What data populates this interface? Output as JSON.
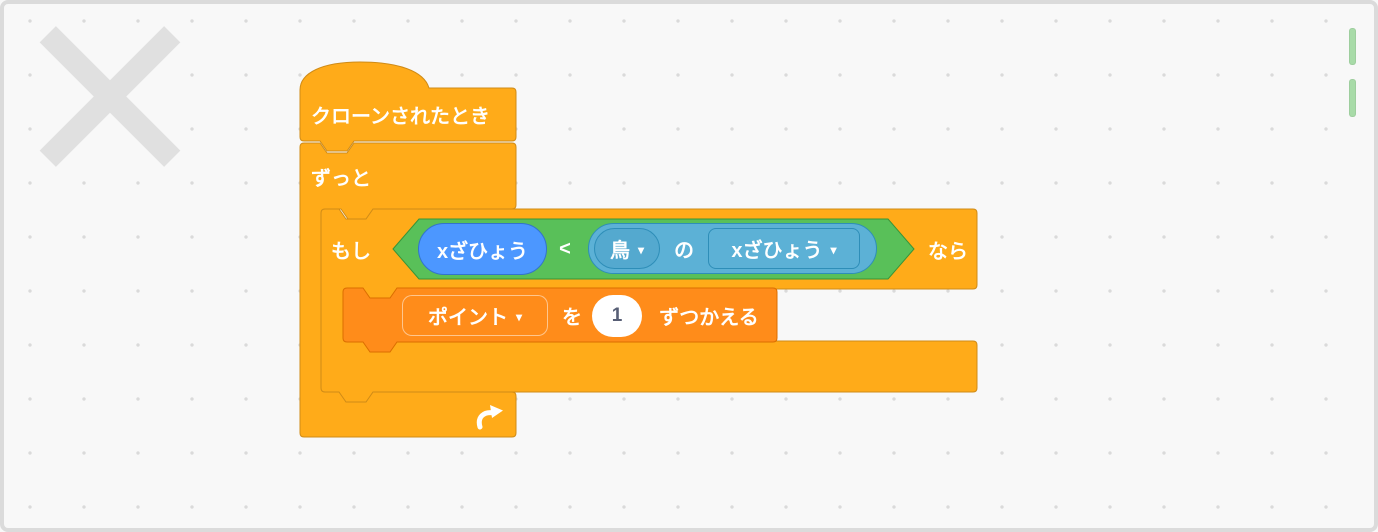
{
  "workspace": {
    "kind": "scratch-block-workspace",
    "deleted_marker": "large gray X",
    "offscreen_fragment_count": 2
  },
  "colors": {
    "control_fill": "#FFAB19",
    "control_stroke": "#CF8B17",
    "variables_fill": "#FF8C1A",
    "variables_stroke": "#DB6E00",
    "motion_fill": "#4C97FF",
    "motion_stroke": "#3373CC",
    "sensing_fill": "#5CB1D6",
    "sensing_fill_dark": "#54A9CF",
    "sensing_stroke": "#2E8EB8",
    "operator_fill": "#59C059",
    "operator_stroke": "#389438",
    "workspace_bg": "#F8F8F8",
    "frame": "#DBDBDB",
    "x_mark": "#E0E0E0",
    "fragment_green": "#A8DBA8",
    "value_text": "#575E75"
  },
  "ui": {
    "dropdown_arrow": "▾"
  },
  "script": {
    "hat_when_cloned": {
      "label": "クローンされたとき"
    },
    "forever": {
      "label": "ずっと"
    },
    "if_then": {
      "if_label": "もし",
      "then_label": "なら"
    },
    "condition": {
      "type": "less-than",
      "operator": "<",
      "left_reporter": {
        "label": "xざひょう"
      },
      "right_reporter": {
        "sprite": "鳥",
        "of_particle": "の",
        "property": "xざひょう"
      }
    },
    "change_variable": {
      "variable": "ポイント",
      "particle": "を",
      "value": "1",
      "suffix_label": "ずつかえる"
    }
  }
}
